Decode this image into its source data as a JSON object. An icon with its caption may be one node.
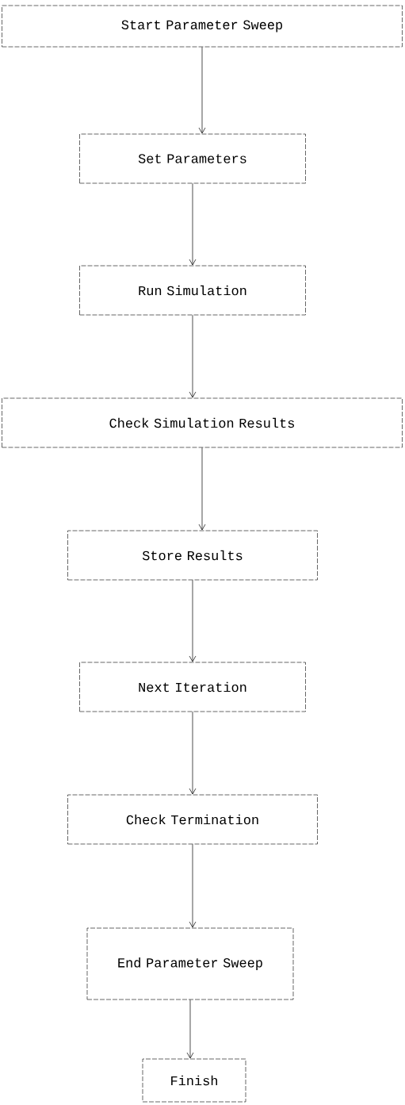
{
  "diagram": {
    "nodes": [
      {
        "text": [
          "Start Parameter Sweep"
        ]
      },
      {
        "text": [
          "Set Parameters"
        ]
      },
      {
        "text": [
          "Run Simulation"
        ]
      },
      {
        "text": [
          "Check Simulation Results"
        ]
      },
      {
        "text": [
          "Store Results"
        ]
      },
      {
        "text": [
          "Next Iteration"
        ]
      },
      {
        "text": [
          "Check Termination"
        ]
      },
      {
        "text": [
          "End Parameter Sweep"
        ]
      },
      {
        "text": [
          "Finish"
        ]
      }
    ],
    "edges": [
      {
        "from": 0,
        "to": 1,
        "arrow": "to"
      },
      {
        "from": 1,
        "to": 2,
        "arrow": "to"
      },
      {
        "from": 2,
        "to": 3,
        "arrow": "to"
      },
      {
        "from": 3,
        "to": 4,
        "arrow": "to"
      },
      {
        "from": 4,
        "to": 5,
        "arrow": "to"
      },
      {
        "from": 5,
        "to": 6,
        "arrow": "to"
      },
      {
        "from": 6,
        "to": 7,
        "arrow": "to"
      },
      {
        "from": 7,
        "to": 8,
        "arrow": "to"
      }
    ]
  }
}
